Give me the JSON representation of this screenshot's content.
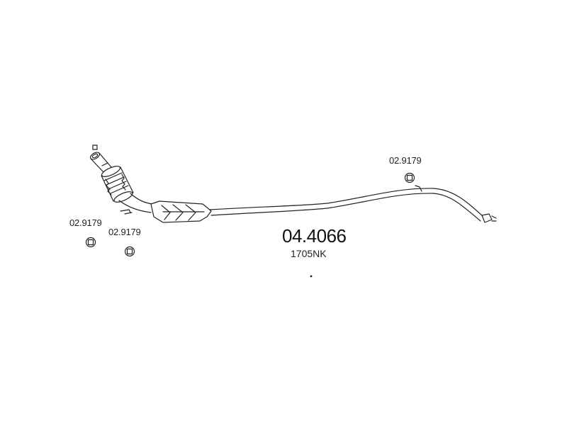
{
  "main_part": {
    "part_number": "04.4066",
    "oe_number": "1705NK"
  },
  "hangers": [
    {
      "code": "02.9179"
    },
    {
      "code": "02.9179"
    },
    {
      "code": "02.9179"
    }
  ],
  "colors": {
    "line": "#222222",
    "background": "#ffffff"
  }
}
